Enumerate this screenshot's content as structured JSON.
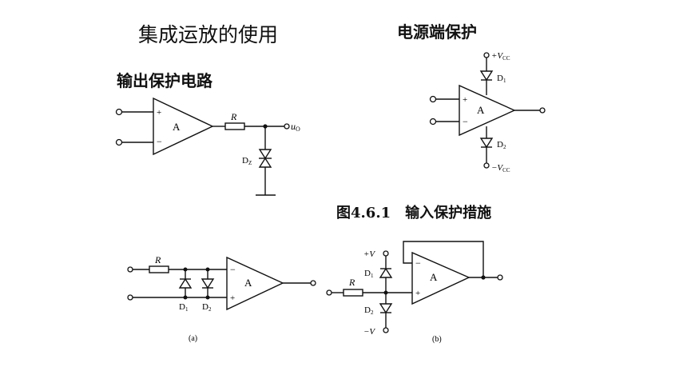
{
  "titles": {
    "main": "集成运放的使用",
    "power": "电源端保护",
    "output": "输出保护电路"
  },
  "caption": {
    "number": "图4.6.1",
    "text": "输入保护措施"
  },
  "output_circuit": {
    "amp": "A",
    "plus": "+",
    "minus": "−",
    "resistor": "R",
    "output": "u",
    "output_sub": "O",
    "zener": "D",
    "zener_sub": "Z"
  },
  "power_circuit": {
    "amp": "A",
    "plus": "+",
    "minus": "−",
    "top_supply": "+V",
    "top_supply_sub": "CC",
    "bottom_supply": "−V",
    "bottom_supply_sub": "CC",
    "d1": "D",
    "d1_sub": "1",
    "d2": "D",
    "d2_sub": "2"
  },
  "input_circuit_a": {
    "amp": "A",
    "plus": "+",
    "minus": "−",
    "resistor": "R",
    "d1": "D",
    "d1_sub": "1",
    "d2": "D",
    "d2_sub": "2",
    "label": "(a)"
  },
  "input_circuit_b": {
    "amp": "A",
    "plus": "+",
    "minus": "−",
    "resistor": "R",
    "top_supply": "+V",
    "bottom_supply": "−V",
    "d1": "D",
    "d1_sub": "1",
    "d2": "D",
    "d2_sub": "2",
    "label": "(b)"
  }
}
